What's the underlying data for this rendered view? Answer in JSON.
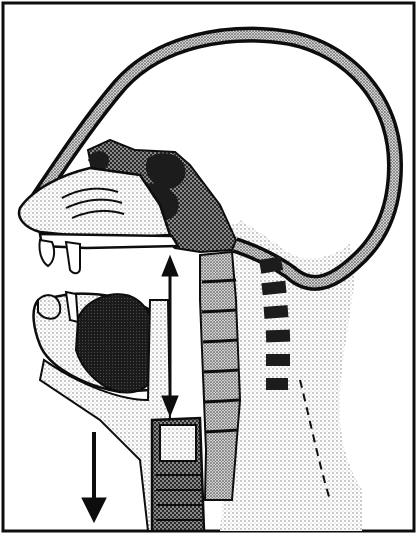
{
  "figure": {
    "subject": "sagittal-head-section",
    "colors": {
      "ink": "#0d0d0d",
      "light_stipple": "#d4d4d4",
      "mid_stipple": "#9a9a9a",
      "dark_fill": "#1c1c1c",
      "paper": "#ffffff"
    },
    "arrows": [
      {
        "name": "double-vertical-arrow"
      },
      {
        "name": "downward-arrow"
      }
    ]
  }
}
